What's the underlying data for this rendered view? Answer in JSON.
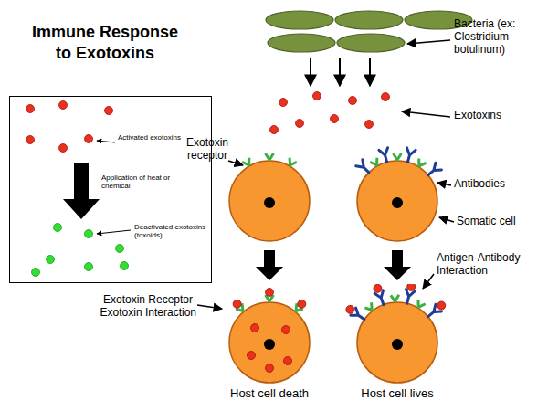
{
  "diagram": {
    "title": "Immune Response to Exotoxins",
    "nodes": [
      {
        "text": [
          "Activated exotoxins",
          "Application of heat or chemical",
          "Deactivated exotoxins (toxoids)"
        ]
      },
      {
        "text": [
          "Host cell death"
        ]
      },
      {
        "text": [
          "Host cell lives"
        ]
      }
    ],
    "labels": [
      "Bacteria (ex: Clostridium botulinum)",
      "Exotoxins",
      "Exotoxin receptor",
      "Antibodies",
      "Somatic cell",
      "Exotoxin Receptor-Exotoxin Interaction",
      "Antigen-Antibody Interaction"
    ]
  }
}
